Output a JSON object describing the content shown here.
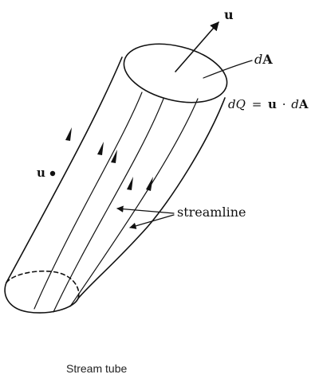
{
  "labels": {
    "u_top": "u",
    "u_left": "u",
    "dA_d": "d",
    "dA_A": "A",
    "flux_dQ": "dQ",
    "flux_eq": "=",
    "flux_u": "u",
    "flux_dot": "·",
    "flux_d": "d",
    "flux_A": "A",
    "streamline": "streamline"
  },
  "caption": "Stream tube"
}
